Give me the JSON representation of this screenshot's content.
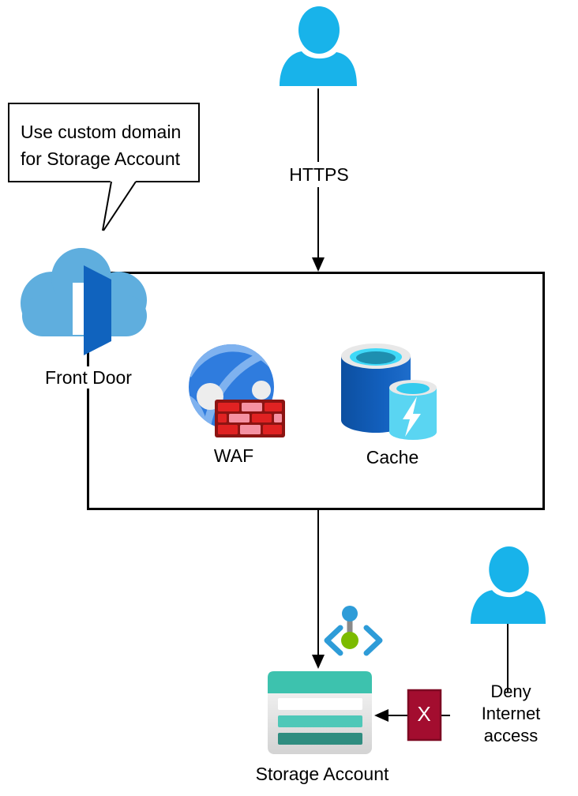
{
  "callout": {
    "line1": "Use custom domain",
    "line2": "for Storage Account"
  },
  "edge_labels": {
    "https": "HTTPS"
  },
  "nodes": {
    "user_top": {
      "icon": "user-icon"
    },
    "front_door": {
      "label": "Front Door",
      "icon": "front-door-cloud-icon"
    },
    "waf": {
      "label": "WAF",
      "icon": "waf-globe-firewall-icon"
    },
    "cache": {
      "label": "Cache",
      "icon": "cache-cylinders-icon"
    },
    "static_website": {
      "icon": "code-brackets-icon"
    },
    "storage_account": {
      "label": "Storage Account",
      "icon": "storage-account-icon"
    },
    "user_right": {
      "icon": "user-icon"
    },
    "deny": {
      "line1": "Deny",
      "line2": "Internet access",
      "x_mark": "X",
      "icon": "deny-x-badge"
    }
  },
  "colors": {
    "person_cyan": "#18B3EA",
    "cloud_blue": "#5FAEDE",
    "door_blue": "#1063BE",
    "globe_blue": "#2F7CDE",
    "globe_arc": "#7FB2EF",
    "brick_red": "#E02222",
    "brick_pink": "#F591A2",
    "brick_mortar": "#8C1412",
    "cache_dark_blue": "#0D55AC",
    "cache_light_cyan": "#5AD5F2",
    "cache_top_cyan": "#3FD9F8",
    "storage_teal": "#3DC2AE",
    "storage_teal_mid": "#4FC8B8",
    "storage_teal_dark": "#2F8D80",
    "code_blue": "#2E9CD8",
    "code_green": "#7CBB00",
    "deny_red": "#A30D2F",
    "connector_black": "#000000"
  }
}
